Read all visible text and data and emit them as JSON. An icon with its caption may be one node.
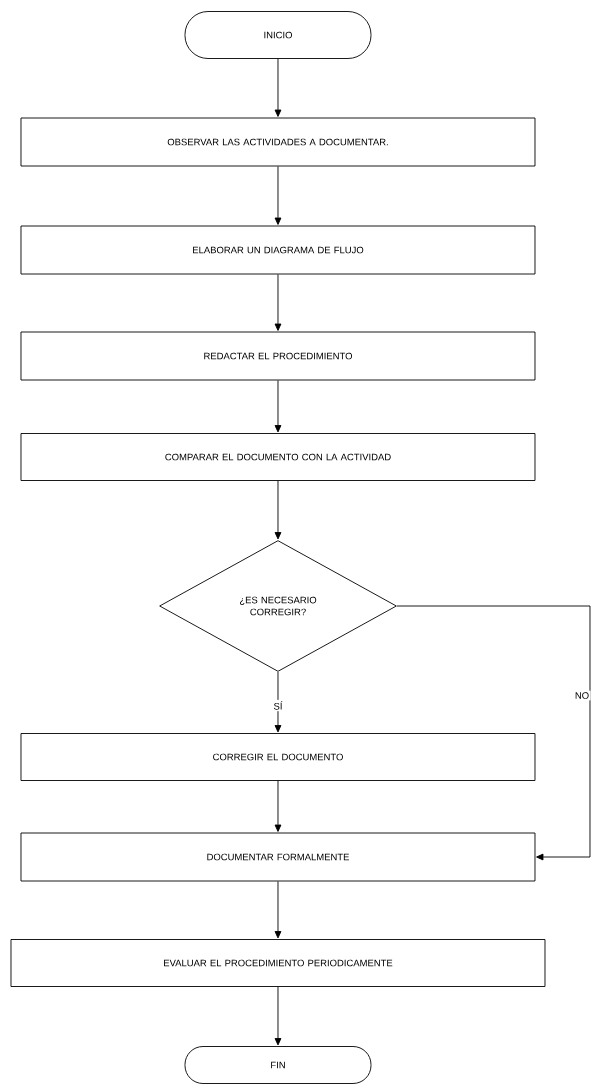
{
  "diagram": {
    "nodes": [
      {
        "text": [
          "INICIO"
        ]
      },
      {
        "text": [
          "OBSERVAR LAS ACTIVIDADES A DOCUMENTAR."
        ]
      },
      {
        "text": [
          "ELABORAR UN DIAGRAMA DE FLUJO"
        ]
      },
      {
        "text": [
          "REDACTAR EL PROCEDIMIENTO"
        ]
      },
      {
        "text": [
          "COMPARAR EL DOCUMENTO CON LA ACTIVIDAD"
        ]
      },
      {
        "text": [
          "¿ES NECESARIO CORREGIR?"
        ]
      },
      {
        "text": [
          "CORREGIR EL DOCUMENTO"
        ]
      },
      {
        "text": [
          "DOCUMENTAR FORMALMENTE"
        ]
      },
      {
        "text": [
          "EVALUAR EL PROCEDIMIENTO PERIODICAMENTE"
        ]
      },
      {
        "text": [
          "FIN"
        ]
      }
    ],
    "edges": [
      {
        "from": 0,
        "to": 1,
        "arrow": "to"
      },
      {
        "from": 1,
        "to": 2,
        "arrow": "to"
      },
      {
        "from": 2,
        "to": 3,
        "arrow": "to"
      },
      {
        "from": 3,
        "to": 4,
        "arrow": "to"
      },
      {
        "from": 4,
        "to": 5,
        "arrow": "to"
      },
      {
        "from": 5,
        "to": 6,
        "label": "SÍ",
        "arrow": "to"
      },
      {
        "from": 5,
        "to": 7,
        "label": "NO",
        "arrow": "to"
      },
      {
        "from": 6,
        "to": 7,
        "arrow": "to"
      },
      {
        "from": 7,
        "to": 8,
        "arrow": "to"
      },
      {
        "from": 8,
        "to": 9,
        "arrow": "to"
      }
    ]
  }
}
